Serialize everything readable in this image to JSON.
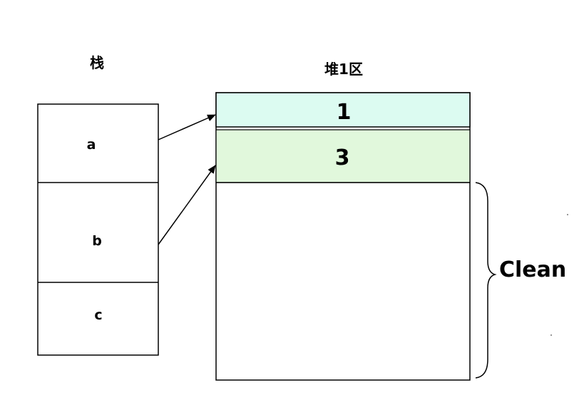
{
  "stack": {
    "title": "栈",
    "cells": [
      "a",
      "b",
      "c"
    ]
  },
  "heap": {
    "title": "堆1区",
    "blocks": [
      "1",
      "3"
    ],
    "clean_label": "Clean"
  },
  "colors": {
    "block_1_fill": "#dcfbf1",
    "block_3_fill": "#e1f8dc",
    "stroke": "#000000"
  }
}
